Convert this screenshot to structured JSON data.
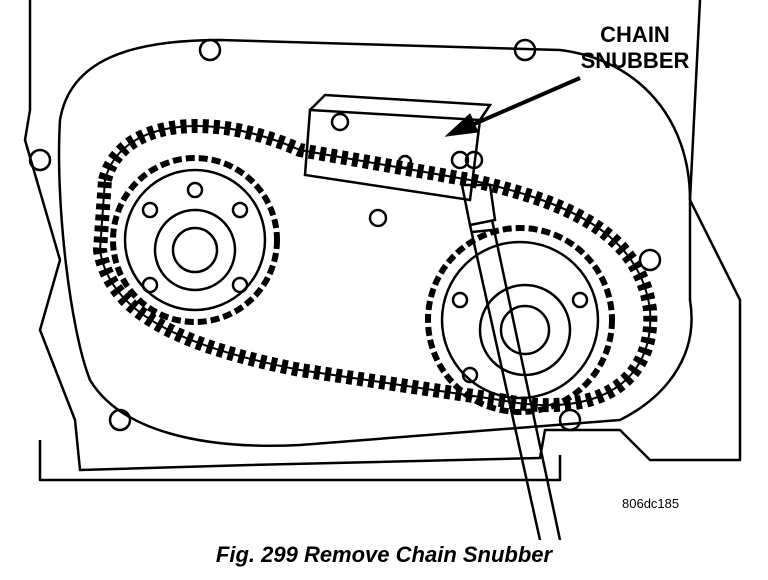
{
  "figure": {
    "callout": {
      "line1": "CHAIN",
      "line2": "SNUBBER"
    },
    "reference_code": "806dc185",
    "caption": "Fig. 299 Remove Chain Snubber"
  },
  "colors": {
    "ink": "#000000",
    "paper": "#ffffff"
  }
}
